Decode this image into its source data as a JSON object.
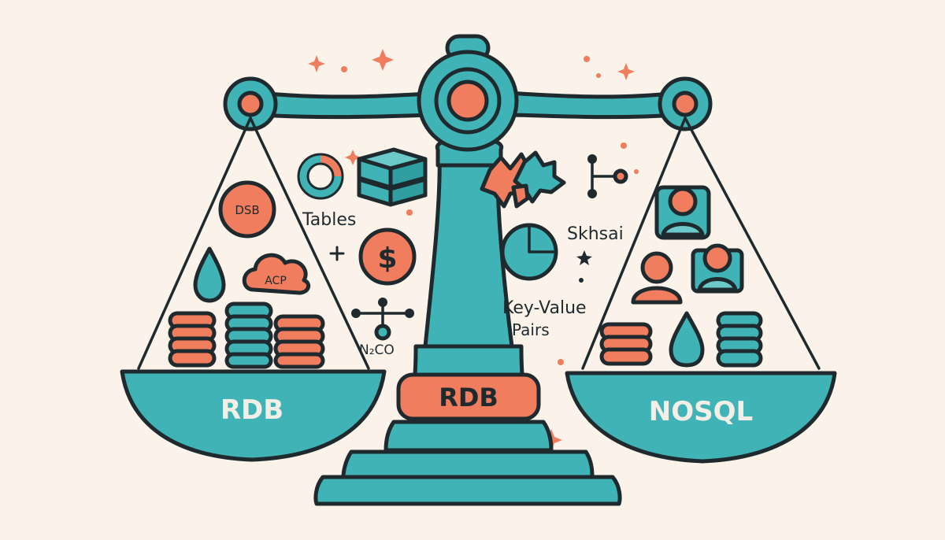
{
  "colors": {
    "background": "#fbf3ea",
    "teal": "#3fb3b5",
    "teal_light": "#6cc9c9",
    "coral": "#f07d5e",
    "ink": "#1f2a2e"
  },
  "left_pan": {
    "label": "RDB",
    "circle_label": "DSB",
    "cloud_label": "ACP",
    "icons": [
      "db-circle-icon",
      "cloud-icon",
      "droplet-icon",
      "database-stack-icon"
    ]
  },
  "right_pan": {
    "label": "NOSQL",
    "icons": [
      "user-icon",
      "droplet-icon",
      "database-stack-icon"
    ]
  },
  "center": {
    "plate_label": "RDB"
  },
  "floating_text": {
    "tables": "Tables",
    "skhsai": "Skhsai",
    "key_value_line1": "Key-Value",
    "key_value_line2": "Pairs",
    "n2co": "N₂CO"
  },
  "floating_icons": [
    "donut-chart-icon",
    "cube-icon",
    "dollar-coin-icon",
    "network-node-icon",
    "puzzle-pieces-icon",
    "branch-icon",
    "pie-chart-icon",
    "sparkle-icon"
  ]
}
